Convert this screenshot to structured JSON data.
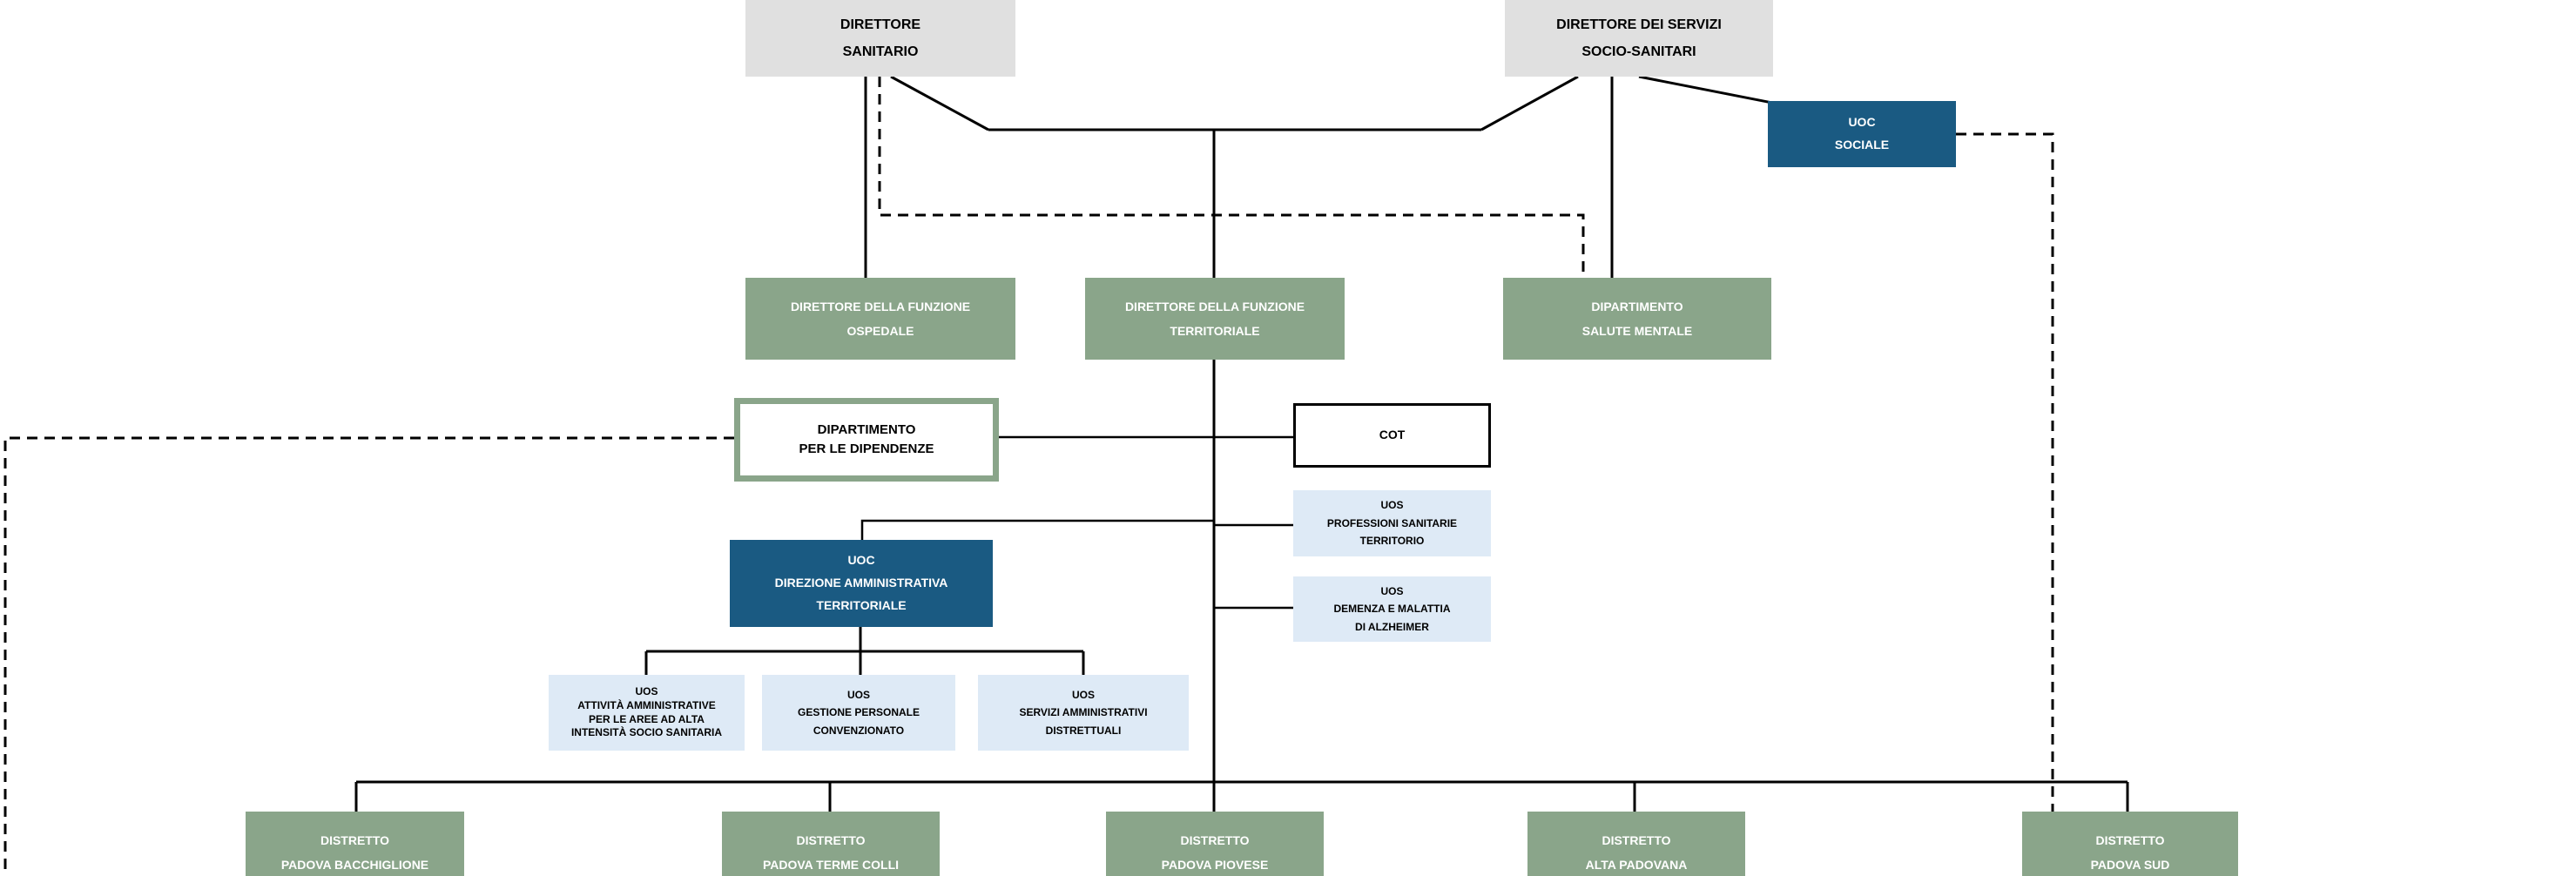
{
  "chart_type": "organizational-chart",
  "colors": {
    "director_grey": "#E0E0E0",
    "department_green": "#8AA58A",
    "uoc_dark_blue": "#1A5A82",
    "uos_light_blue": "#DEEAF6",
    "line_color": "#000000",
    "text_on_dark": "#FFFFFF",
    "text_on_light": "#000000"
  },
  "nodes": {
    "direttore_sanitario": "DIRETTORE\nSANITARIO",
    "direttore_servizi": "DIRETTORE DEI SERVIZI\nSOCIO-SANITARI",
    "uoc_sociale": "UOC\nSOCIALE",
    "funzione_ospedale": "DIRETTORE DELLA FUNZIONE\nOSPEDALE",
    "funzione_territoriale": "DIRETTORE DELLA FUNZIONE\nTERRITORIALE",
    "salute_mentale": "DIPARTIMENTO\nSALUTE MENTALE",
    "dipendenze": "DIPARTIMENTO\nPER LE DIPENDENZE",
    "cot": "COT",
    "uos_professioni": "UOS\nPROFESSIONI SANITARIE\nTERRITORIO",
    "uos_demenza": "UOS\nDEMENZA E MALATTIA\nDI ALZHEIMER",
    "uoc_direzione_amministrativa": "UOC\nDIREZIONE AMMINISTRATIVA\nTERRITORIALE",
    "uos_attivita": "UOS\nATTIVITÀ AMMINISTRATIVE\nPER LE AREE AD ALTA\nINTENSITÀ SOCIO SANITARIA",
    "uos_gestione_personale": "UOS\nGESTIONE PERSONALE\nCONVENZIONATO",
    "uos_servizi_amministrativi": "UOS\nSERVIZI AMMINISTRATIVI\nDISTRETTUALI",
    "distretto_bacchiglione": "DISTRETTO\nPADOVA BACCHIGLIONE",
    "distretto_terme_colli": "DISTRETTO\nPADOVA TERME COLLI",
    "distretto_piovese": "DISTRETTO\nPADOVA PIOVESE",
    "distretto_alta_padovana": "DISTRETTO\nALTA PADOVANA",
    "distretto_padova_sud": "DISTRETTO\nPADOVA SUD"
  }
}
